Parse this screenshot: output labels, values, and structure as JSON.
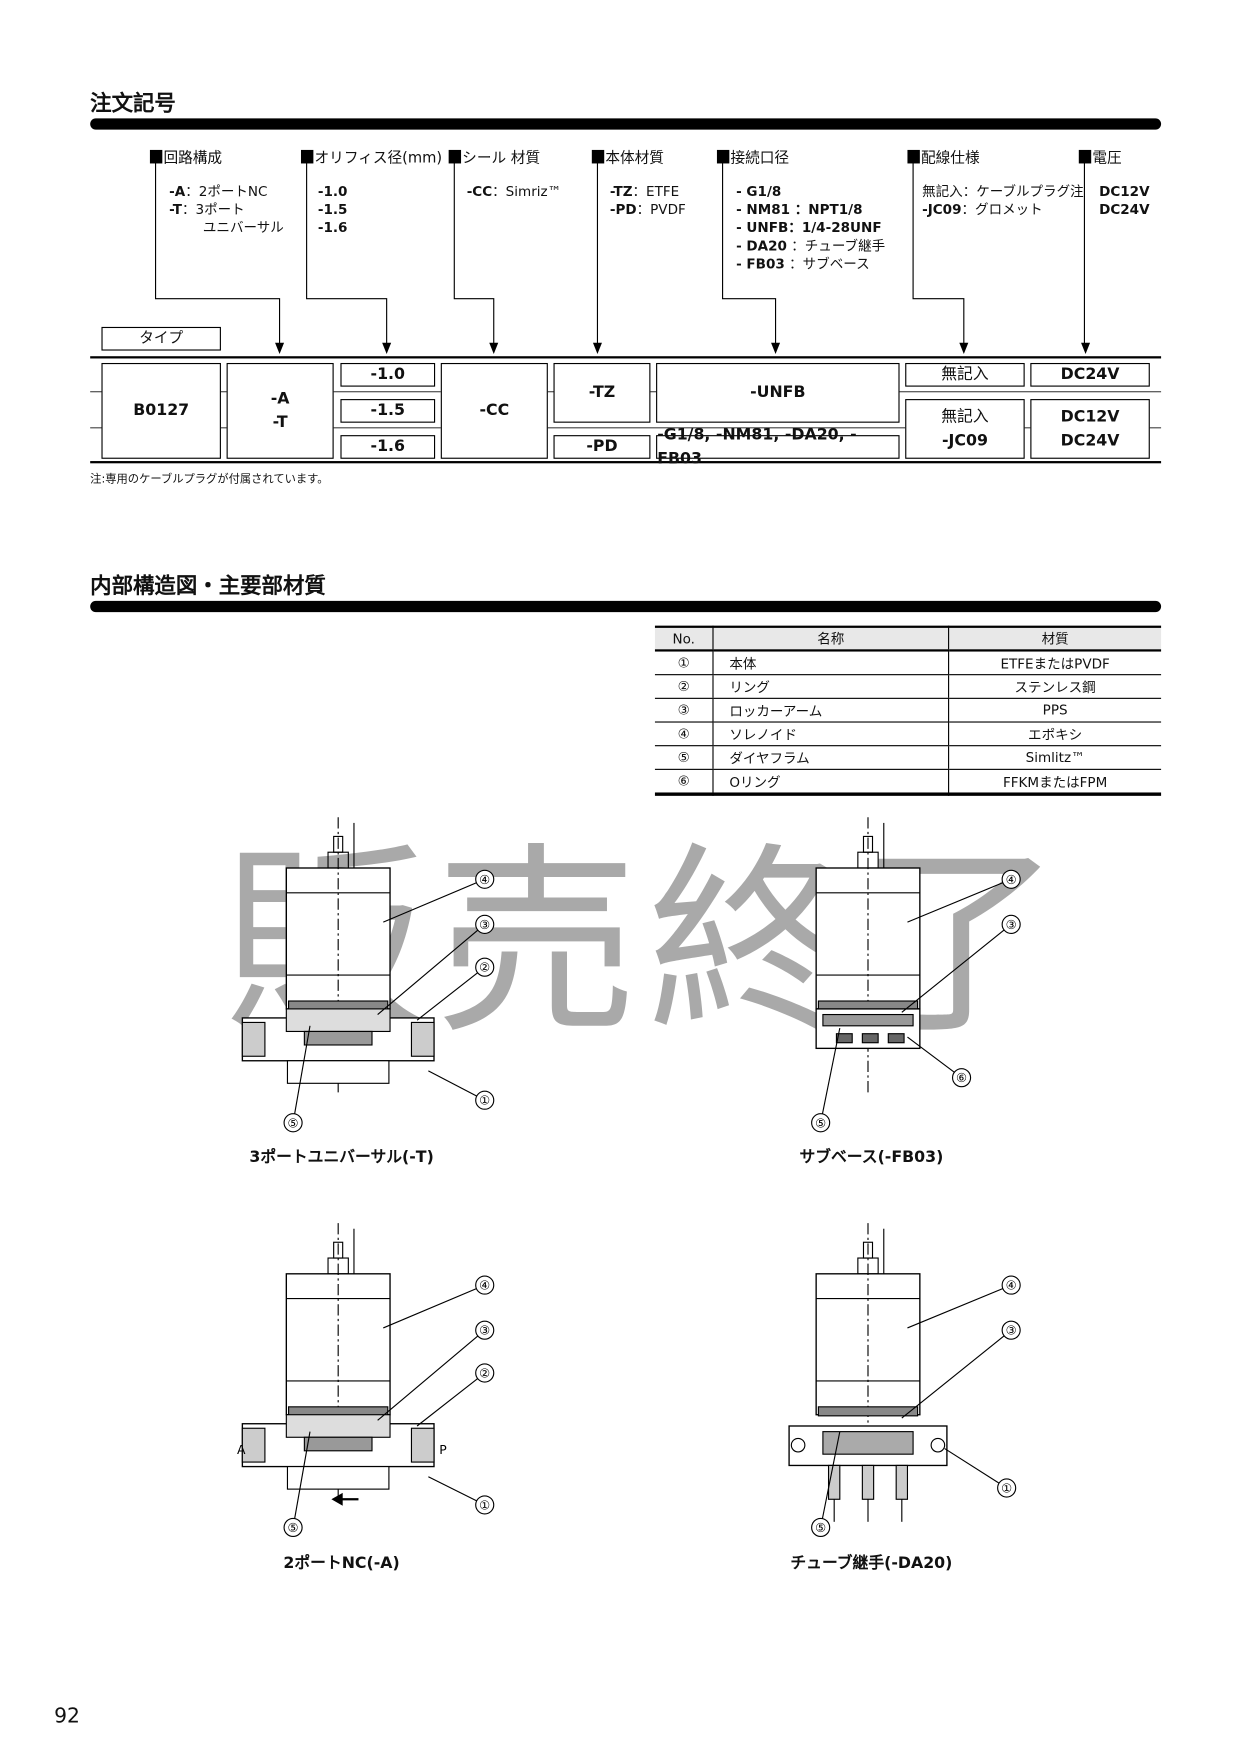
{
  "order_code": {
    "title": "注文記号",
    "categories": [
      {
        "label": "回路構成",
        "options": [
          {
            "code": "-A",
            "desc": "：2ポートNC"
          },
          {
            "code": "-T",
            "desc": "：3ポート"
          },
          {
            "code": "",
            "desc": "ユニバーサル"
          }
        ]
      },
      {
        "label": "オリフィス径(mm)",
        "options": [
          {
            "code": "-1.0",
            "desc": ""
          },
          {
            "code": "-1.5",
            "desc": ""
          },
          {
            "code": "-1.6",
            "desc": ""
          }
        ]
      },
      {
        "label": "シール 材質",
        "options": [
          {
            "code": "-CC",
            "desc": "：Simriz™"
          }
        ]
      },
      {
        "label": "本体材質",
        "options": [
          {
            "code": "-TZ",
            "desc": "：ETFE"
          },
          {
            "code": "-PD",
            "desc": "：PVDF"
          }
        ]
      },
      {
        "label": "接続口径",
        "options": [
          {
            "code": "- G1/8",
            "desc": ""
          },
          {
            "code": "- NM81 ：NPT1/8",
            "desc": ""
          },
          {
            "code": "- UNFB：1/4-28UNF",
            "desc": ""
          },
          {
            "code": "- DA20",
            "desc": " ：チューブ継手"
          },
          {
            "code": "- FB03",
            "desc": " ：サブベース"
          }
        ]
      },
      {
        "label": "配線仕様",
        "options": [
          {
            "code": "",
            "desc": "無記入：ケーブルプラグ注"
          },
          {
            "code": "-JC09",
            "desc": "：グロメット"
          }
        ]
      },
      {
        "label": "電圧",
        "options": [
          {
            "code": "DC12V",
            "desc": ""
          },
          {
            "code": "DC24V",
            "desc": ""
          }
        ]
      }
    ],
    "type_label": "タイプ",
    "table": {
      "type": "B0127",
      "circuit": [
        "-A",
        "-T"
      ],
      "orifice": [
        "-1.0",
        "-1.5",
        "-1.6"
      ],
      "seal": "-CC",
      "body_tz": "-TZ",
      "body_pd": "-PD",
      "port_unfb": "-UNFB",
      "port_other": "-G1/8, -NM81, -DA20, -FB03",
      "wiring_top": "無記入",
      "wiring_bottom": [
        "無記入",
        "-JC09"
      ],
      "voltage_top": "DC24V",
      "voltage_bottom": [
        "DC12V",
        "DC24V"
      ]
    },
    "note": "注:専用のケーブルプラグが付属されています。"
  },
  "structure": {
    "title": "内部構造図・主要部材質",
    "materials_table": {
      "headers": [
        "No.",
        "名称",
        "材質"
      ],
      "rows": [
        [
          "①",
          "本体",
          "ETFEまたはPVDF"
        ],
        [
          "②",
          "リング",
          "ステンレス鋼"
        ],
        [
          "③",
          "ロッカーアーム",
          "PPS"
        ],
        [
          "④",
          "ソレノイド",
          "エポキシ"
        ],
        [
          "⑤",
          "ダイヤフラム",
          "Simlitz™"
        ],
        [
          "⑥",
          "Oリング",
          "FFKMまたはFPM"
        ]
      ]
    },
    "watermark": "販売終了",
    "drawings": [
      {
        "caption": "3ポートユニバーサル(-T)",
        "callouts": [
          "④",
          "③",
          "②",
          "①",
          "⑤"
        ]
      },
      {
        "caption": "サブベース(-FB03)",
        "callouts": [
          "④",
          "③",
          "⑥",
          "⑤"
        ]
      },
      {
        "caption": "2ポートNC(-A)",
        "callouts": [
          "④",
          "③",
          "②",
          "①",
          "⑤"
        ],
        "port_labels": [
          "A",
          "P"
        ]
      },
      {
        "caption": "チューブ継手(-DA20)",
        "callouts": [
          "④",
          "③",
          "①",
          "⑤"
        ]
      }
    ]
  },
  "page_number": "92"
}
